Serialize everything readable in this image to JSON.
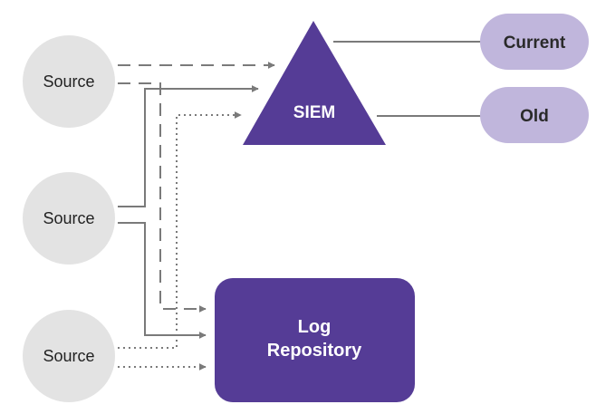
{
  "diagram": {
    "sources": [
      {
        "label": "Source"
      },
      {
        "label": "Source"
      },
      {
        "label": "Source"
      }
    ],
    "siem": {
      "label": "SIEM"
    },
    "repository": {
      "label_line1": "Log",
      "label_line2": "Repository"
    },
    "versions": [
      {
        "label": "Current"
      },
      {
        "label": "Old"
      }
    ],
    "colors": {
      "source_fill": "#e3e3e3",
      "primary_fill": "#553c96",
      "pill_fill": "#c0b6dc",
      "connector": "#7a7a7a"
    },
    "edges": [
      {
        "from": "Source 1",
        "to": "SIEM",
        "style": "dashed"
      },
      {
        "from": "Source 1",
        "to": "Log Repository",
        "style": "dashed"
      },
      {
        "from": "Source 2",
        "to": "SIEM",
        "style": "solid"
      },
      {
        "from": "Source 2",
        "to": "Log Repository",
        "style": "solid"
      },
      {
        "from": "Source 3",
        "to": "SIEM",
        "style": "dotted"
      },
      {
        "from": "Source 3",
        "to": "Log Repository",
        "style": "dotted"
      },
      {
        "from": "SIEM",
        "to": "Current",
        "style": "solid"
      },
      {
        "from": "SIEM",
        "to": "Old",
        "style": "solid"
      }
    ]
  }
}
